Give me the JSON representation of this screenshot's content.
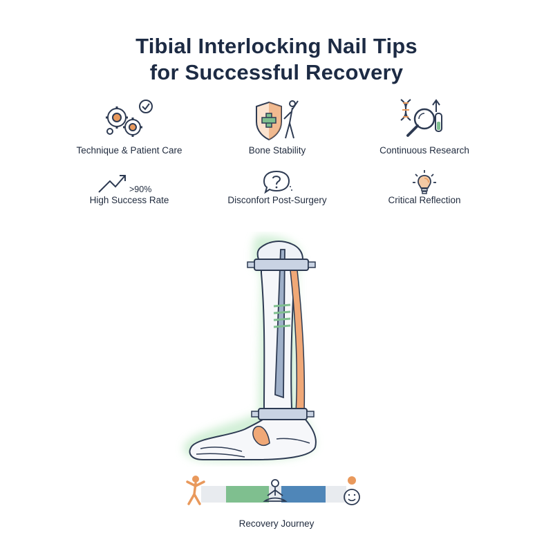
{
  "title": {
    "line1": "Tibial Interlocking Nail Tips",
    "line2": "for Successful Recovery"
  },
  "features": [
    {
      "label": "Technique & Patient Care",
      "icon": "gears-check-icon"
    },
    {
      "label": "Bone Stability",
      "icon": "shield-person-icon"
    },
    {
      "label": "Continuous Research",
      "icon": "dna-magnifier-icon"
    },
    {
      "label": "High Success Rate",
      "icon": "trend-arrow-icon",
      "stat": ">90%"
    },
    {
      "label": "Disconfort Post-Surgery",
      "icon": "question-bubble-icon"
    },
    {
      "label": "Critical Reflection",
      "icon": "lightbulb-icon"
    }
  ],
  "journey": {
    "label": "Recovery Journey",
    "stages": [
      "person-in-pain-icon",
      "meditation-icon",
      "smiley-icon"
    ]
  },
  "colors": {
    "title": "#1d2b44",
    "accent_green": "#7fbf8f",
    "accent_orange": "#e9995c",
    "accent_blue": "#4f86b8",
    "outline": "#2d3a52",
    "glow": "#d9f2dd"
  }
}
